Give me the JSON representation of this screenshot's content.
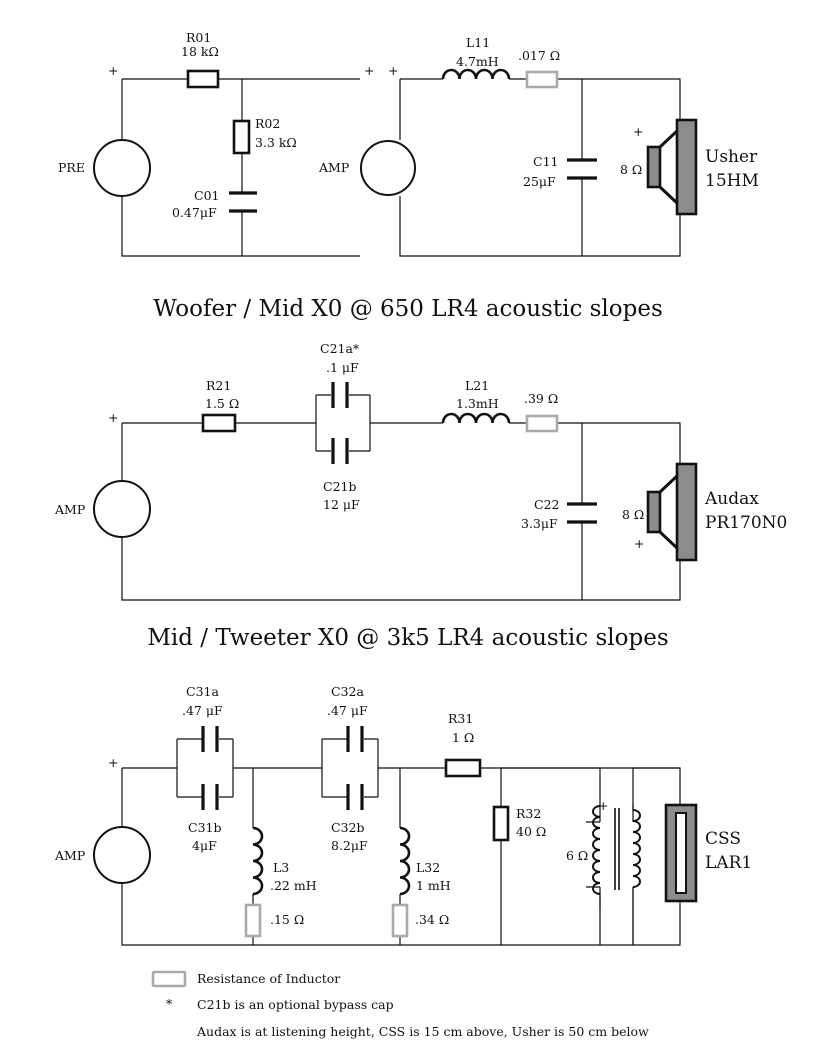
{
  "woofer": {
    "r01": {
      "name": "R01",
      "value": "18 kΩ"
    },
    "r02": {
      "name": "R02",
      "value": "3.3 kΩ"
    },
    "c01": {
      "name": "C01",
      "value": "0.47μF"
    },
    "pre_label": "PRE",
    "amp_label": "AMP",
    "l11": {
      "name": "L11",
      "value": "4.7mH"
    },
    "l11_res": ".017 Ω",
    "c11": {
      "name": "C11",
      "value": "25μF"
    },
    "impedance": "8 Ω",
    "speaker": [
      "Usher",
      "15HM"
    ],
    "plus": "+"
  },
  "title1": "Woofer / Mid X0 @ 650 LR4 acoustic slopes",
  "mid": {
    "amp_label": "AMP",
    "r21": {
      "name": "R21",
      "value": "1.5 Ω"
    },
    "c21a": {
      "name": "C21a*",
      "value": ".1 μF"
    },
    "c21b": {
      "name": "C21b",
      "value": "12 μF"
    },
    "l21": {
      "name": "L21",
      "value": "1.3mH"
    },
    "l21_res": ".39 Ω",
    "c22": {
      "name": "C22",
      "value": "3.3μF"
    },
    "impedance": "8 Ω",
    "speaker": [
      "Audax",
      "PR170N0"
    ],
    "plus": "+"
  },
  "title2": "Mid / Tweeter X0 @ 3k5 LR4 acoustic slopes",
  "tweeter": {
    "amp_label": "AMP",
    "c31a": {
      "name": "C31a",
      "value": ".47 μF"
    },
    "c31b": {
      "name": "C31b",
      "value": "4μF"
    },
    "c32a": {
      "name": "C32a",
      "value": ".47 μF"
    },
    "c32b": {
      "name": "C32b",
      "value": "8.2μF"
    },
    "r31": {
      "name": "R31",
      "value": "1 Ω"
    },
    "r32": {
      "name": "R32",
      "value": "40 Ω"
    },
    "l3": {
      "name": "L3",
      "value": ".22 mH"
    },
    "l3_res": ".15 Ω",
    "l32": {
      "name": "L32",
      "value": "1 mH"
    },
    "l32_res": ".34 Ω",
    "impedance": "6 Ω",
    "speaker": [
      "CSS",
      "LAR1"
    ],
    "plus": "+"
  },
  "legend": {
    "inductor_resistance": "Resistance of Inductor",
    "asterisk": "*",
    "bypass_note": "C21b is an optional bypass cap",
    "height_note": "Audax is at listening height, CSS is 15 cm above, Usher is 50 cm below"
  },
  "colors": {
    "wire": "#111111",
    "inductor_resistance": "#aaaaaa",
    "speaker_fill": "#8c8c8c"
  }
}
